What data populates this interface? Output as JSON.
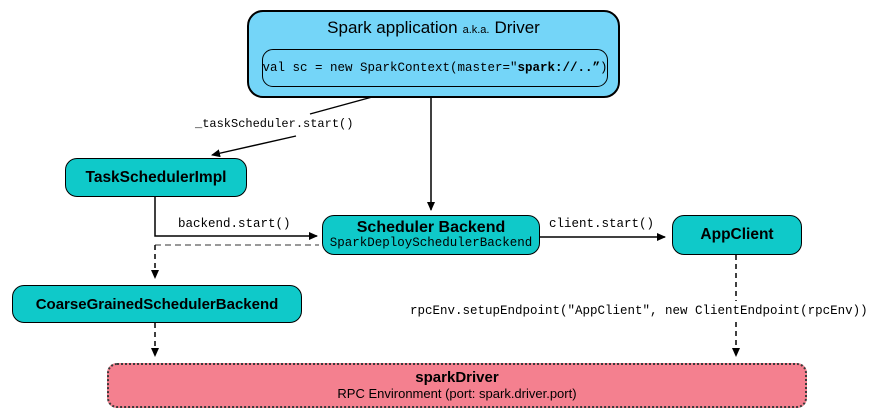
{
  "colors": {
    "driver_blue": "#74d5f8",
    "node_teal": "#0fc9c9",
    "rpc_pink": "#f4808f",
    "edge_black": "#000000",
    "edge_gray_dashed": "#999999"
  },
  "driver": {
    "title_main": "Spark application",
    "title_aka": "a.k.a.",
    "title_rest": "Driver",
    "code_prefix": "val sc = new SparkContext(master=\"",
    "code_bold": "spark://..”",
    "code_suffix": ")"
  },
  "nodes": {
    "task_scheduler_impl": {
      "label": "TaskSchedulerImpl"
    },
    "scheduler_backend": {
      "title": "Scheduler Backend",
      "subtitle": "SparkDeploySchedulerBackend"
    },
    "app_client": {
      "label": "AppClient"
    },
    "coarse_grained": {
      "label": "CoarseGrainedSchedulerBackend"
    },
    "spark_driver": {
      "title": "sparkDriver",
      "subtitle": "RPC Environment (port: spark.driver.port)"
    }
  },
  "edges": {
    "task_scheduler_start": "_taskScheduler.start()",
    "backend_start": "backend.start()",
    "client_start": "client.start()",
    "rpc_setup": "rpcEnv.setupEndpoint(\"AppClient\", new ClientEndpoint(rpcEnv))"
  }
}
